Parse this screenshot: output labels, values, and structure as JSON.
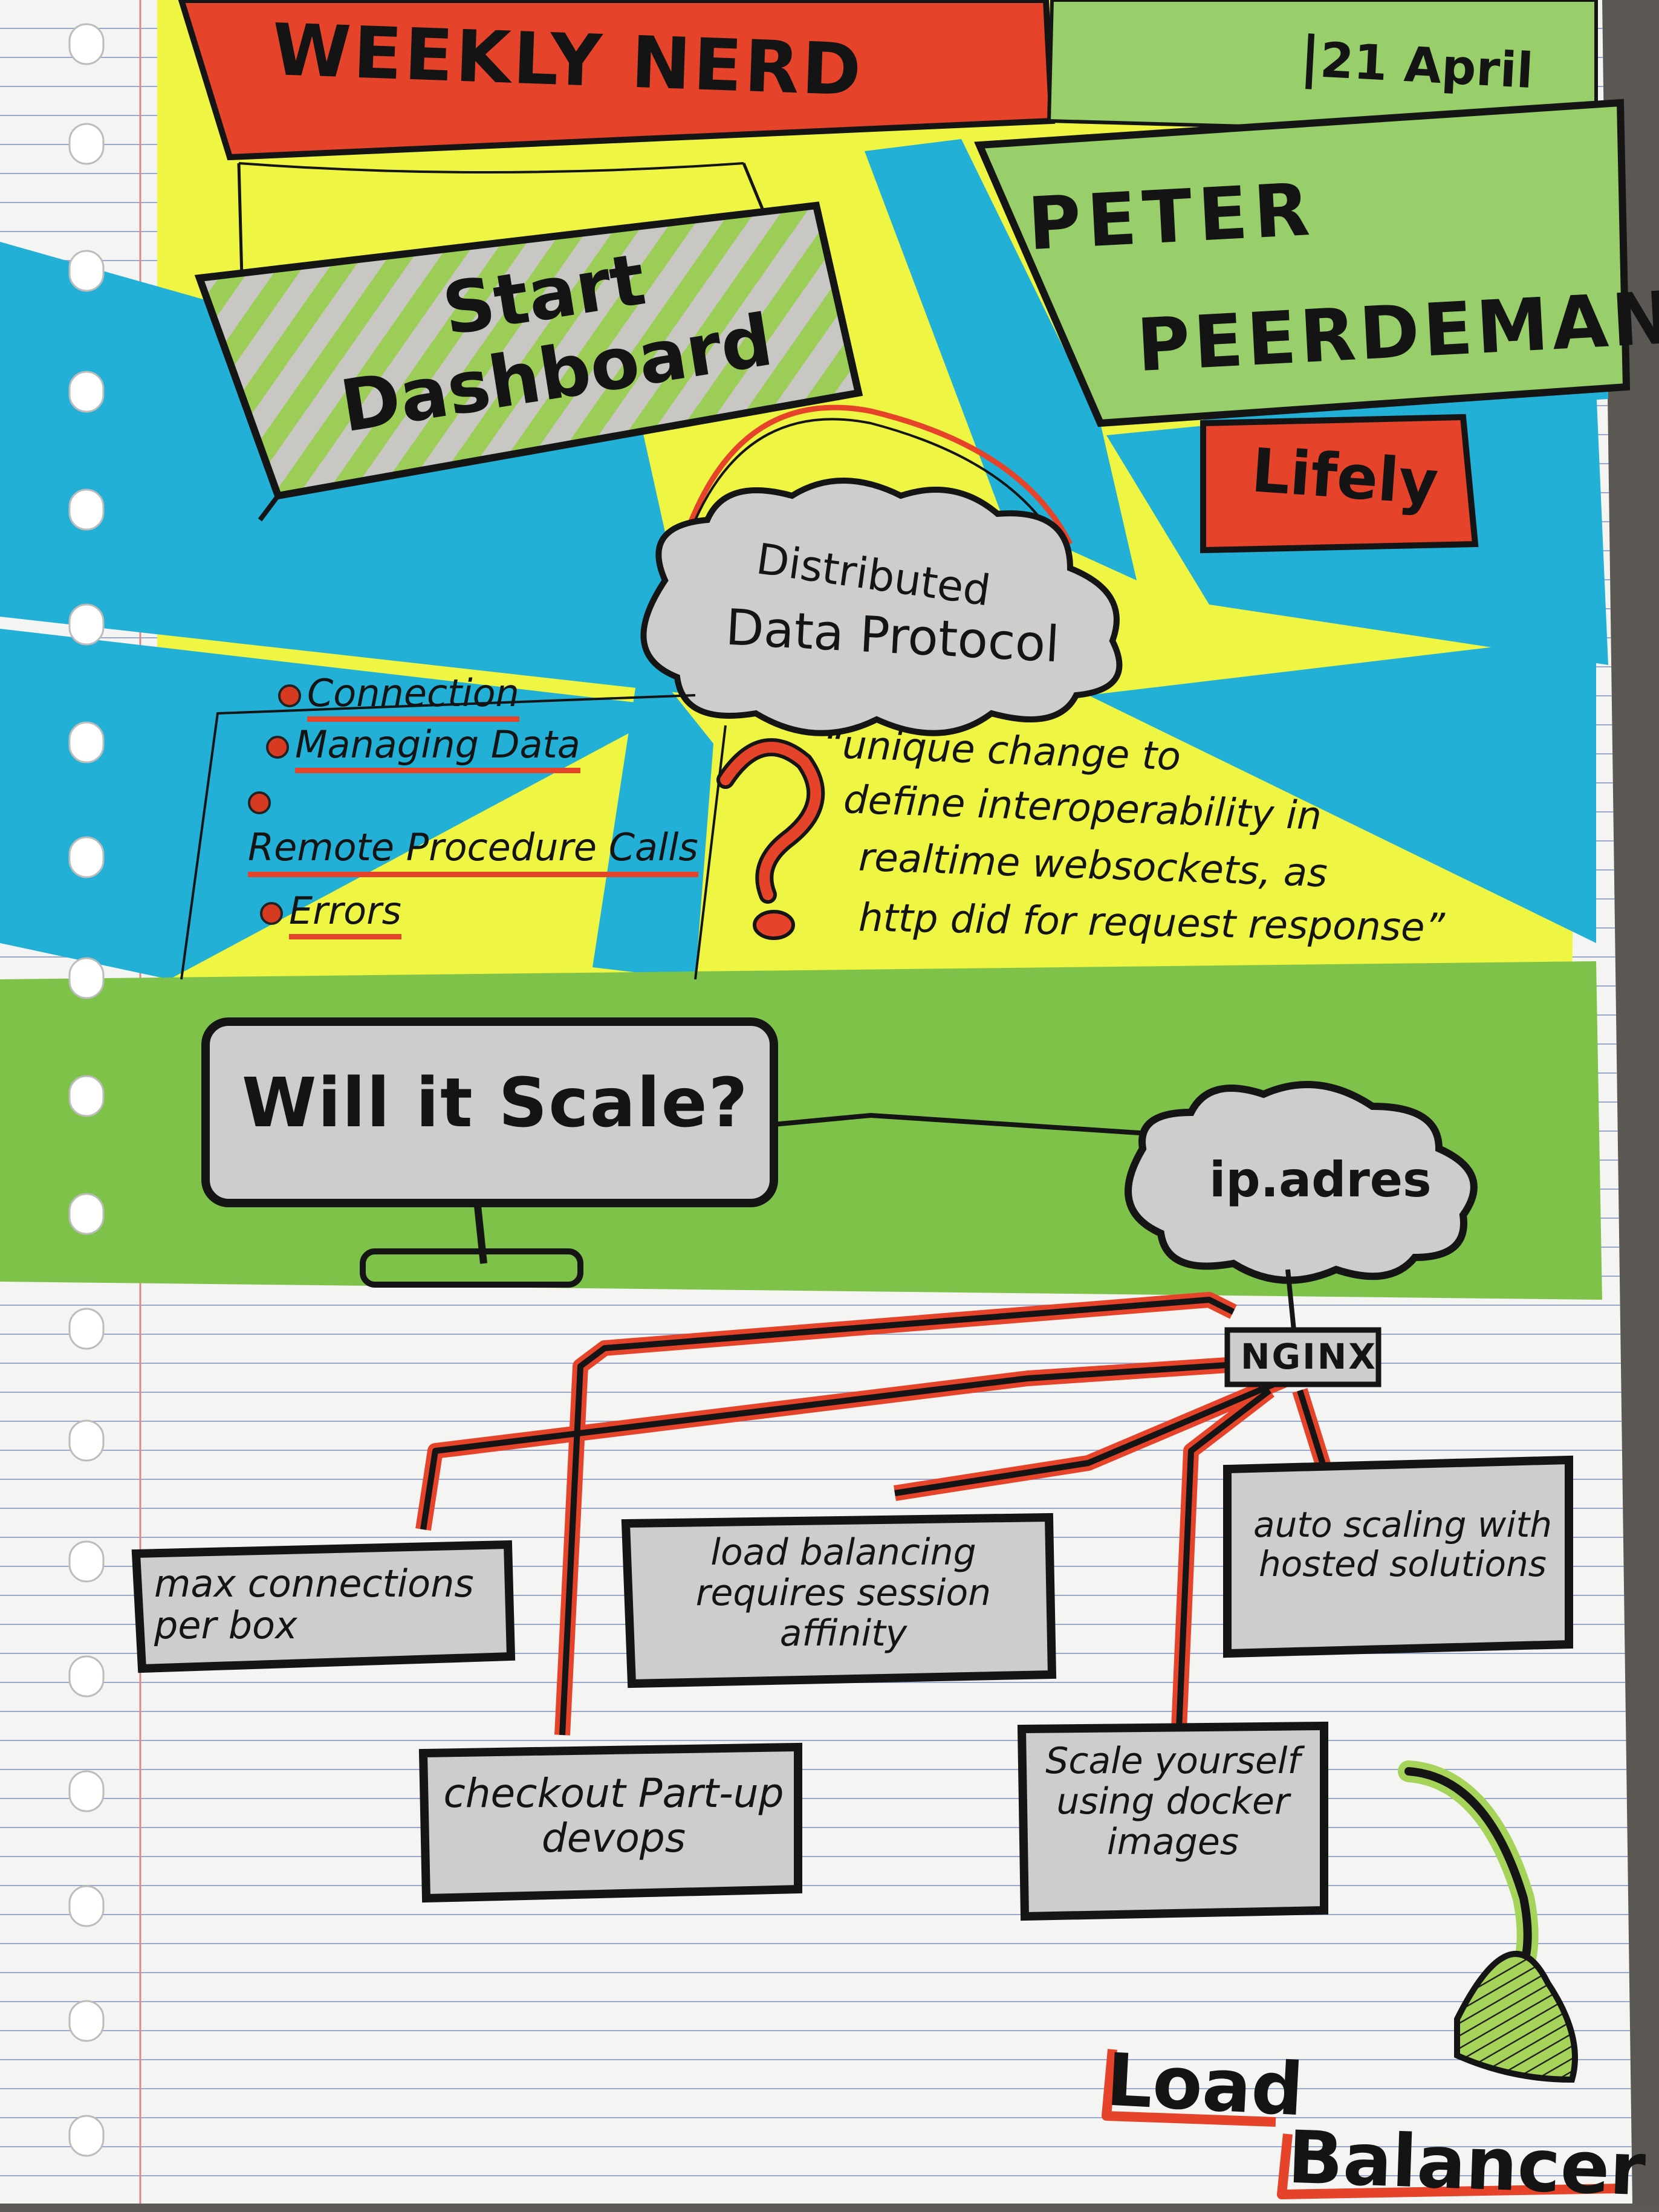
{
  "title": "WEEKLY NERD",
  "date": "21 April",
  "topic": "Start Dashboard",
  "speaker": {
    "name_line1": "PETER",
    "name_line2": "PEERDEMAN"
  },
  "company": "Lifely",
  "ddp_cloud": {
    "line1": "Distributed",
    "line2": "Data Protocol"
  },
  "features": [
    "Connection",
    "Managing Data",
    "Remote Procedure Calls",
    "Errors"
  ],
  "quote": {
    "line1": "“unique change to",
    "line2": "define interoperability in",
    "line3": "realtime websockets, as",
    "line4": "http did for request response”"
  },
  "question_mark": "?",
  "scale_monitor": "Will it Scale?",
  "ip_cloud": "ip.adres",
  "nginx": "NGINX",
  "boxes": {
    "max_connections": "max connections per box",
    "load_balancing": "load balancing requires session affinity",
    "auto_scaling": "auto scaling with hosted solutions",
    "checkout": "checkout Part-up devops",
    "scale_yourself": "Scale yourself using docker images"
  },
  "load_balancer": {
    "line1": "Load",
    "line2": "Balancer"
  },
  "colors": {
    "highlighter_yellow": "#eef542",
    "sky_blue": "#22b0d6",
    "grass_green": "#7fc24a",
    "banner_red": "#e5432a",
    "panel_green": "#98cf6a",
    "box_gray": "#cfcdcb",
    "ink": "#141414"
  },
  "icons": [
    "spiral-binding-icon",
    "lamp-icon",
    "monitor-icon",
    "cloud-icon"
  ]
}
